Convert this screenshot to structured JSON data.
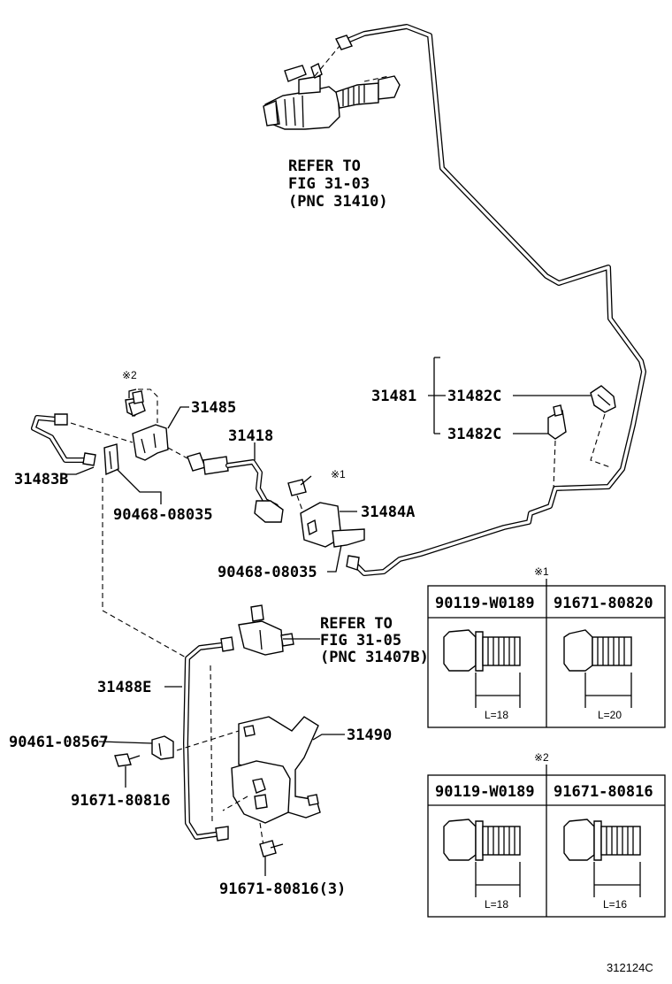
{
  "diagram": {
    "refs": {
      "clutch_master": [
        "REFER TO",
        "FIG 31-03",
        "(PNC 31410)"
      ],
      "clutch_release": [
        "REFER TO",
        "FIG 31-05",
        "(PNC 31407B)"
      ]
    },
    "parts": {
      "p31481": "31481",
      "p31482c_a": "31482C",
      "p31482c_b": "31482C",
      "p31485": "31485",
      "p31418": "31418",
      "p31483b": "31483B",
      "p90468_a": "90468-08035",
      "p31484a": "31484A",
      "p90468_b": "90468-08035",
      "p31488e": "31488E",
      "p90461": "90461-08567",
      "p31490": "31490",
      "p91671_a": "91671-80816",
      "p91671_b": "91671-80816(3)"
    },
    "notes": {
      "note1": "※1",
      "note2": "※2"
    },
    "tables": {
      "t1": {
        "mark": "※1",
        "left_pn": "90119-W0189",
        "right_pn": "91671-80820",
        "left_len": "L=18",
        "right_len": "L=20"
      },
      "t2": {
        "mark": "※2",
        "left_pn": "90119-W0189",
        "right_pn": "91671-80816",
        "left_len": "L=18",
        "right_len": "L=16"
      }
    },
    "figure_id": "312124C"
  }
}
